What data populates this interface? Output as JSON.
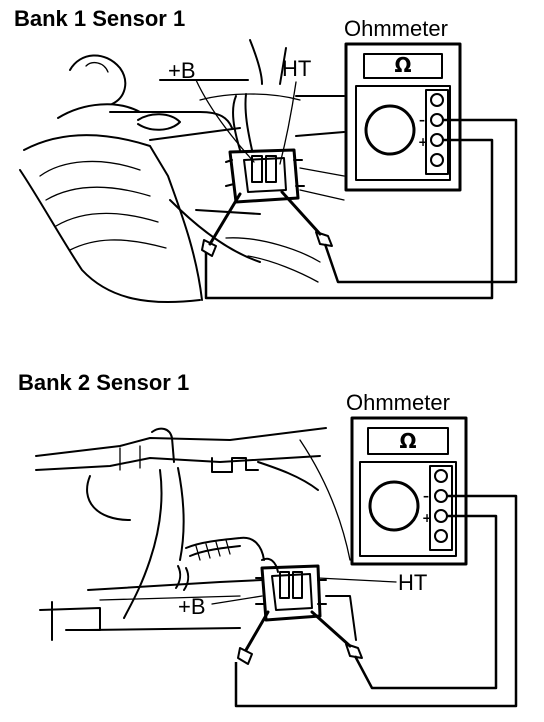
{
  "diagrams": [
    {
      "title": "Bank 1 Sensor 1",
      "meter": {
        "title": "Ohmmeter",
        "display": "Ω",
        "minus": "–",
        "plus": "+"
      },
      "labels": {
        "b_plus": "+B",
        "ht": "HT"
      }
    },
    {
      "title": "Bank 2 Sensor 1",
      "meter": {
        "title": "Ohmmeter",
        "display": "Ω",
        "minus": "–",
        "plus": "+"
      },
      "labels": {
        "b_plus": "+B",
        "ht": "HT"
      }
    }
  ]
}
